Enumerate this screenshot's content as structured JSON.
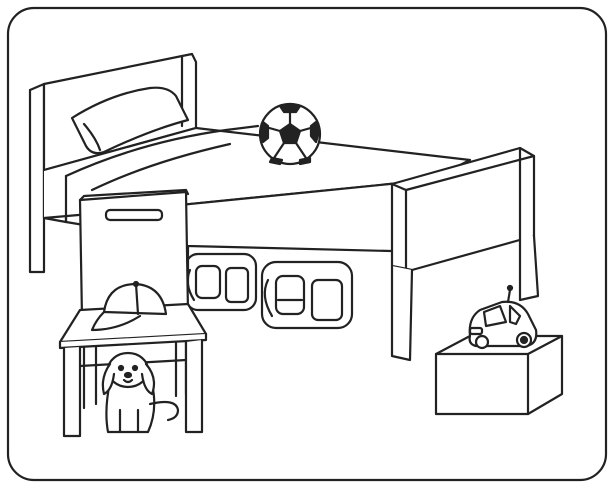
{
  "scene": {
    "stroke_color": "#222222",
    "fill_color": "#ffffff",
    "objects": [
      {
        "name": "bed",
        "icon": "bed-icon"
      },
      {
        "name": "pillow",
        "icon": "pillow-icon"
      },
      {
        "name": "soccer-ball",
        "icon": "soccer-ball-icon"
      },
      {
        "name": "backpacks",
        "icon": "backpack-icon"
      },
      {
        "name": "chair",
        "icon": "chair-icon"
      },
      {
        "name": "cap",
        "icon": "cap-icon"
      },
      {
        "name": "dog",
        "icon": "dog-icon"
      },
      {
        "name": "box",
        "icon": "box-icon"
      },
      {
        "name": "toy-car",
        "icon": "toy-car-icon"
      }
    ]
  }
}
